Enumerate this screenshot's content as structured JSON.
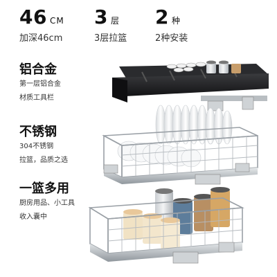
{
  "specs": [
    {
      "value": "46",
      "unit": "CM",
      "caption": "加深46cm"
    },
    {
      "value": "3",
      "unit": "层",
      "caption": "3层拉篮"
    },
    {
      "value": "2",
      "unit": "种",
      "caption": "2种安装"
    }
  ],
  "features": [
    {
      "title": "铝合金",
      "lines": [
        "第一层铝合金",
        "材质工具栏"
      ]
    },
    {
      "title": "不锈钢",
      "lines": [
        "304不锈钢",
        "拉篮，品质之选"
      ]
    },
    {
      "title": "一篮多用",
      "lines": [
        "厨房用品、小工具",
        "收入囊中"
      ]
    }
  ],
  "colors": {
    "text_dark": "#111111",
    "tray_black": "#1c1c1e",
    "steel": "#9aa0a6",
    "steel_light": "#d8dcdf",
    "plate_white": "#f4f5f6",
    "wood": "#e9c89a"
  }
}
